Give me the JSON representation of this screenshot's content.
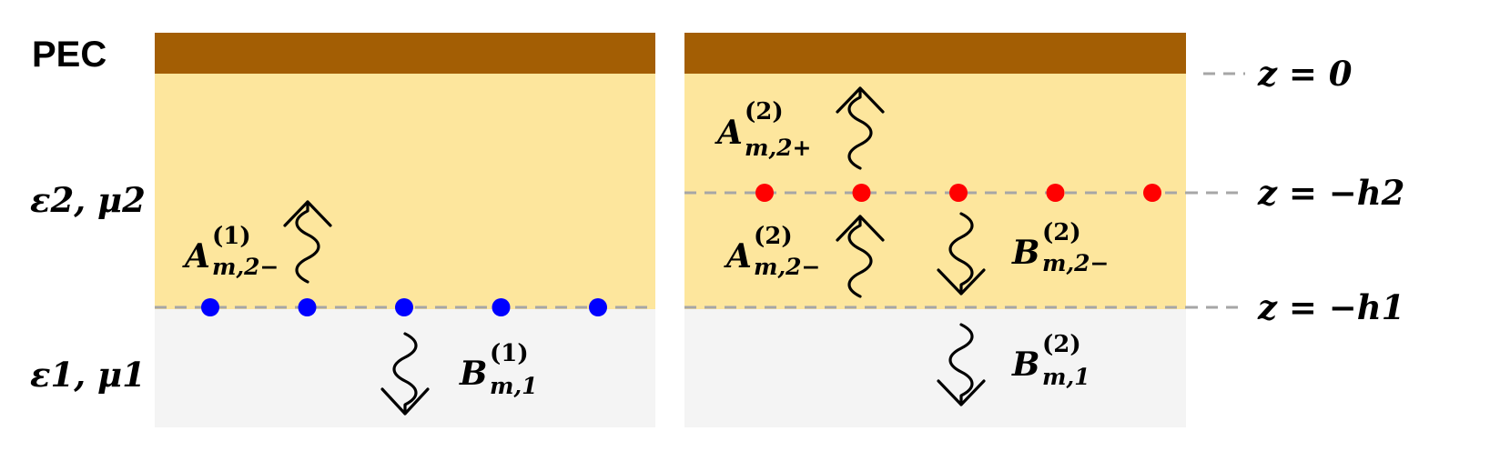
{
  "colors": {
    "pec": "#a35e04",
    "medium2": "#fde69d",
    "medium1": "#f4f4f4",
    "interface_line": "#a6a6a6",
    "source_dots_left": "#0000ff",
    "source_dots_right": "#ff0000"
  },
  "labels": {
    "pec": "PEC",
    "medium2": "ε2, μ2",
    "medium1": "ε1, μ1",
    "z0": "z = 0",
    "zh2": "z = −h2",
    "zh1": "z = −h1"
  },
  "left_panel": {
    "arrows": [
      {
        "coef": "A",
        "superscript": "(1)",
        "subscript": "m,2−",
        "direction": "up"
      },
      {
        "coef": "B",
        "superscript": "(1)",
        "subscript": "m,1",
        "direction": "down"
      }
    ],
    "source_dot_count": 5
  },
  "right_panel": {
    "arrows": [
      {
        "coef": "A",
        "superscript": "(2)",
        "subscript": "m,2+",
        "direction": "up"
      },
      {
        "coef": "A",
        "superscript": "(2)",
        "subscript": "m,2−",
        "direction": "up"
      },
      {
        "coef": "B",
        "superscript": "(2)",
        "subscript": "m,2−",
        "direction": "down"
      },
      {
        "coef": "B",
        "superscript": "(2)",
        "subscript": "m,1",
        "direction": "down"
      }
    ],
    "source_dot_count": 5
  }
}
